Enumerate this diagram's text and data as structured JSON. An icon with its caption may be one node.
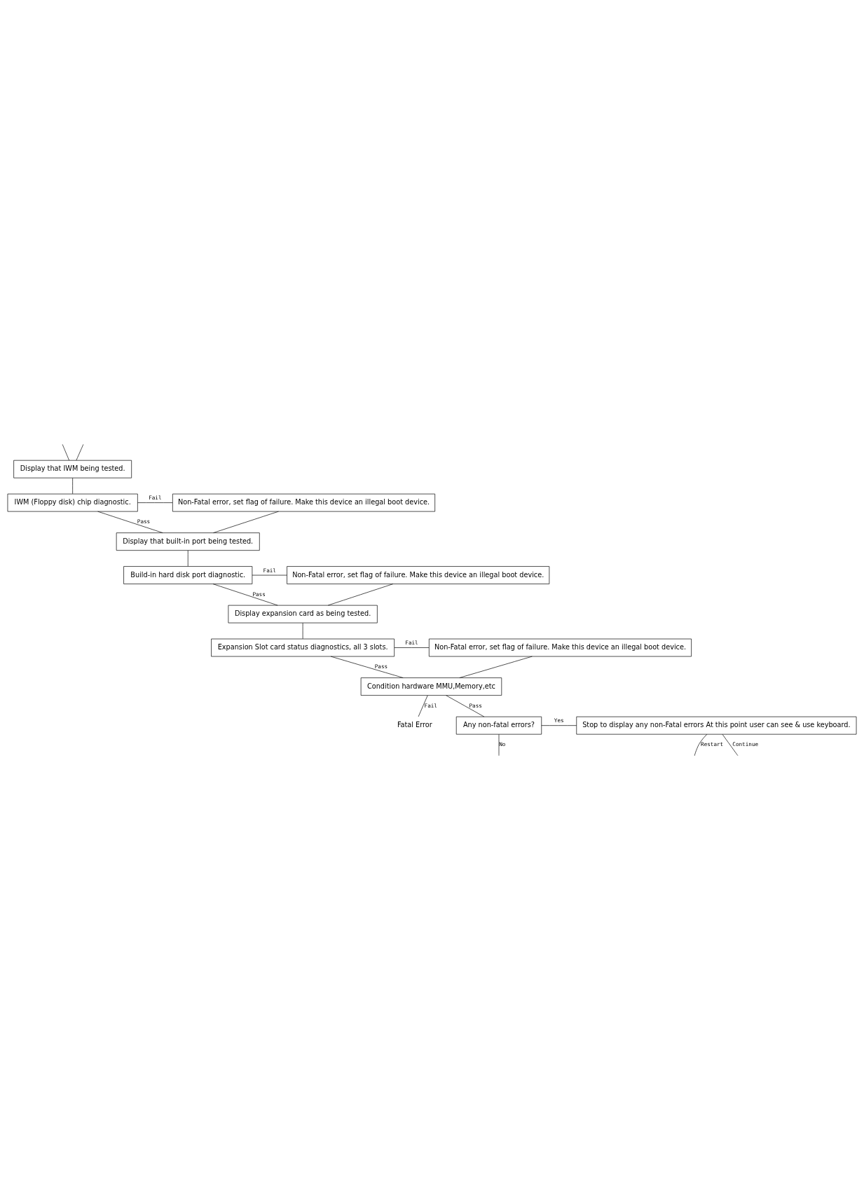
{
  "diagram": {
    "nodes": [
      {
        "text": [
          "Display that IWM being tested."
        ]
      },
      {
        "text": [
          "IWM (Floppy disk) chip diagnostic."
        ]
      },
      {
        "text": [
          "Non-Fatal error, set flag of failure. Make this device an illegal boot device."
        ]
      },
      {
        "text": [
          "Display that built-in port being tested."
        ]
      },
      {
        "text": [
          "Build-in hard disk port diagnostic."
        ]
      },
      {
        "text": [
          "Non-Fatal error, set flag of failure. Make this device an illegal boot device."
        ]
      },
      {
        "text": [
          "Display expansion card as being tested."
        ]
      },
      {
        "text": [
          "Expansion Slot card status diagnostics, all 3 slots."
        ]
      },
      {
        "text": [
          "Non-Fatal error, set flag of failure. Make this device an illegal boot device."
        ]
      },
      {
        "text": [
          "Condition hardware MMU,Memory,etc"
        ]
      },
      {
        "text": [
          "Fatal Error"
        ]
      },
      {
        "text": [
          "Any non-fatal errors?"
        ]
      },
      {
        "text": [
          "Stop to display any non-Fatal errors At this point user can see & use keyboard."
        ]
      }
    ],
    "edges": [
      {
        "from": null,
        "to": 0,
        "arrow": "none"
      },
      {
        "from": null,
        "to": 0,
        "arrow": "none"
      },
      {
        "from": 0,
        "to": 1,
        "arrow": "none"
      },
      {
        "from": 1,
        "to": 3,
        "label": "Pass",
        "arrow": "none"
      },
      {
        "from": 1,
        "to": 2,
        "label": "Fail",
        "arrow": "none"
      },
      {
        "from": 2,
        "to": 3,
        "arrow": "none"
      },
      {
        "from": 3,
        "to": 4,
        "arrow": "none"
      },
      {
        "from": 4,
        "to": 6,
        "label": "Pass",
        "arrow": "none"
      },
      {
        "from": 4,
        "to": 5,
        "label": "Fail",
        "arrow": "none"
      },
      {
        "from": 5,
        "to": 6,
        "arrow": "none"
      },
      {
        "from": 6,
        "to": 7,
        "arrow": "none"
      },
      {
        "from": 7,
        "to": 9,
        "label": "Pass",
        "arrow": "none"
      },
      {
        "from": 7,
        "to": 8,
        "label": "Fail",
        "arrow": "none"
      },
      {
        "from": 8,
        "to": 9,
        "arrow": "none"
      },
      {
        "from": 9,
        "to": 11,
        "label": "Pass",
        "arrow": "none"
      },
      {
        "from": 9,
        "to": 10,
        "label": "Fail",
        "arrow": "none"
      },
      {
        "from": 11,
        "to": null,
        "label": "No",
        "arrow": "none"
      },
      {
        "from": 11,
        "to": 12,
        "label": "Yes",
        "arrow": "none"
      },
      {
        "from": 12,
        "to": null,
        "label": "Continue",
        "arrow": "none"
      },
      {
        "from": 12,
        "to": null,
        "label": "Restart",
        "arrow": "none"
      }
    ]
  }
}
